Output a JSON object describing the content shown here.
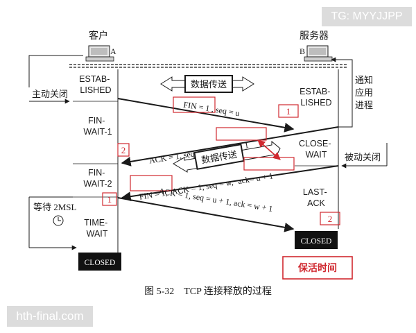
{
  "watermark": "TG: MYYJJPP",
  "site_label": "hth-final.com",
  "client": {
    "title": "客户",
    "tag": "A"
  },
  "server": {
    "title": "服务器",
    "tag": "B"
  },
  "states_left": {
    "established": [
      "ESTAB-",
      "LISHED"
    ],
    "fin_wait_1": [
      "FIN-",
      "WAIT-1"
    ],
    "fin_wait_2": [
      "FIN-",
      "WAIT-2"
    ],
    "time_wait": [
      "TIME-",
      "WAIT"
    ],
    "closed": "CLOSED"
  },
  "states_right": {
    "established": [
      "ESTAB-",
      "LISHED"
    ],
    "close_wait": [
      "CLOSE-",
      "WAIT"
    ],
    "last_ack": [
      "LAST-",
      "ACK"
    ],
    "closed": "CLOSED"
  },
  "left_notes": {
    "active_close": "主动关闭",
    "wait_2msl": "等待 2MSL"
  },
  "right_notes": {
    "notify_app": [
      "通知",
      "应用",
      "进程"
    ],
    "passive_close": "被动关闭"
  },
  "data_transfer": "数据传送",
  "messages": {
    "m1_fin": "FIN = 1",
    "m1_seq": ", seq = u",
    "m2_ack": "ACK = 1, seq = v,",
    "m2_ackval": "ack= u + 1",
    "m3_fin": "FIN = 1,",
    "m3_rest": "ACK = 1, seq = w,",
    "m3_ackval": "ack= u + 1",
    "m4": "ACK = 1, seq = u + 1, ack = w + 1"
  },
  "markers": {
    "left_2": "2",
    "left_1": "1",
    "right_1": "1",
    "right_2": "2"
  },
  "keepalive": "保活时间",
  "caption": "图 5-32    TCP 连接释放的过程",
  "colors": {
    "annotation_red": "#d0282f",
    "ink": "#1a1a1a",
    "badge": "#dcdcdc"
  }
}
